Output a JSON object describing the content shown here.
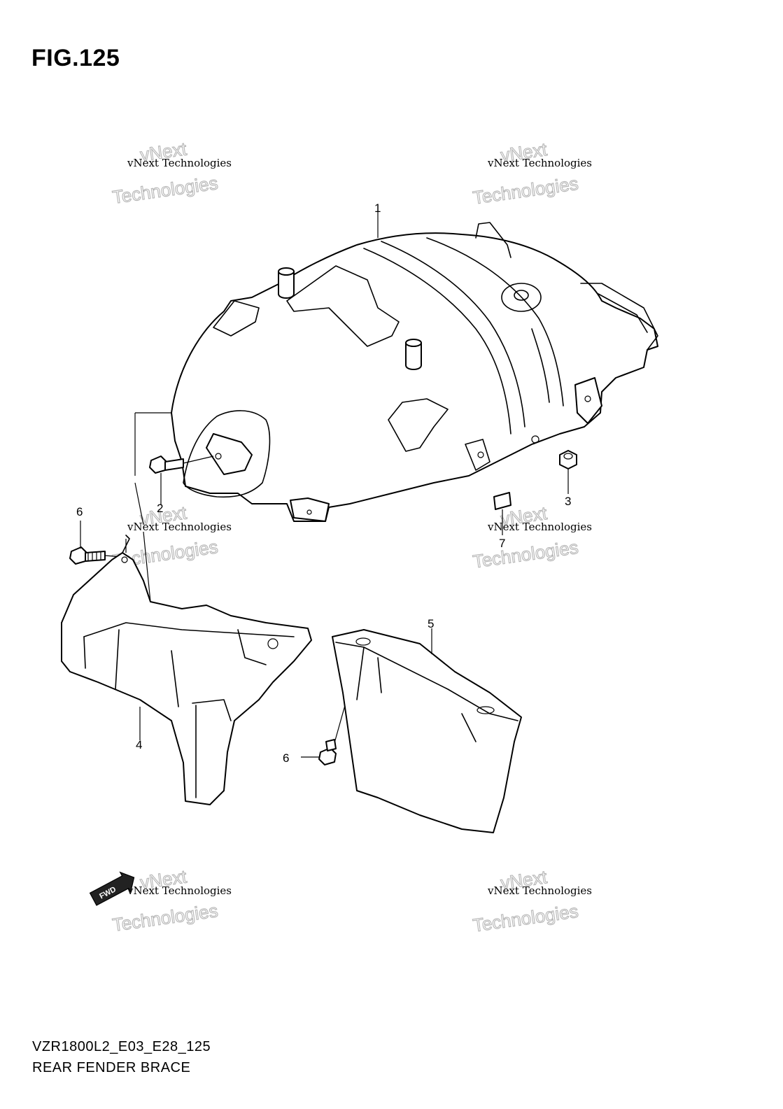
{
  "figure": {
    "title": "FIG.125",
    "model_code": "VZR1800L2_E03_E28_125",
    "name": "REAR FENDER BRACE"
  },
  "callouts": [
    "1",
    "2",
    "3",
    "4",
    "5",
    "6",
    "6",
    "7"
  ],
  "watermark": {
    "line1": "vNext",
    "line2": "vNext Technologies",
    "line3": "Technologies"
  },
  "direction_badge": "FWD"
}
